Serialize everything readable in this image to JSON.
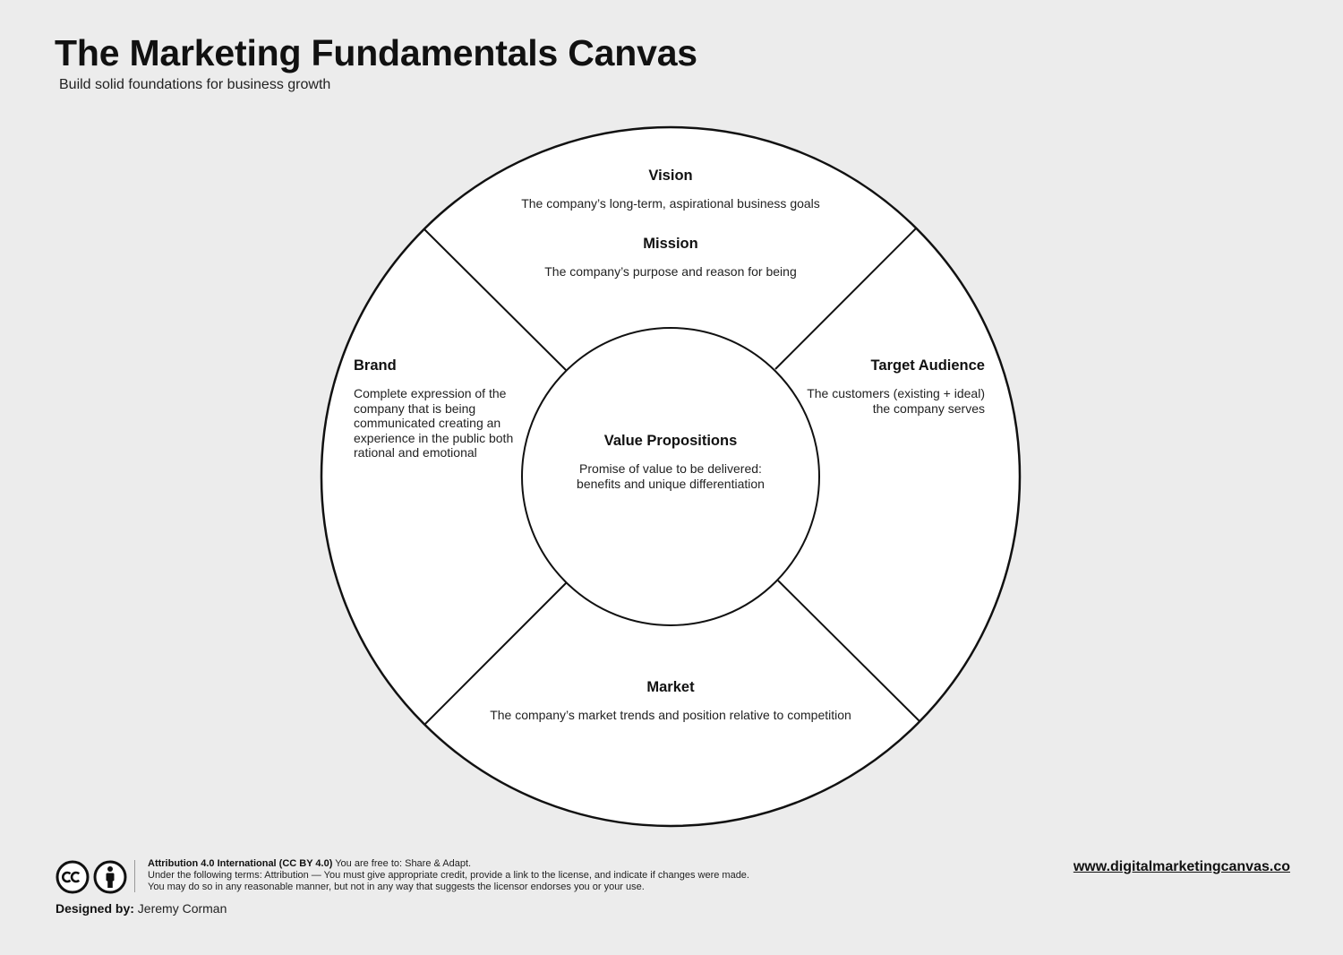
{
  "header": {
    "title": "The Marketing Fundamentals Canvas",
    "subtitle": "Build solid foundations for business growth"
  },
  "sections": {
    "vision": {
      "title": "Vision",
      "desc": "The company’s long-term, aspirational business goals"
    },
    "mission": {
      "title": "Mission",
      "desc": "The company’s purpose and reason for being"
    },
    "brand": {
      "title": "Brand",
      "desc_lines": [
        "Complete expression of the",
        "company that is being",
        "communicated creating an",
        "experience in the public both",
        "rational and emotional"
      ]
    },
    "target_audience": {
      "title": "Target Audience",
      "desc_lines": [
        "The customers (existing + ideal)",
        "the company serves"
      ]
    },
    "value_propositions": {
      "title": "Value Propositions",
      "desc_lines": [
        "Promise of value to be delivered:",
        "benefits and unique differentiation"
      ]
    },
    "market": {
      "title": "Market",
      "desc": "The company’s market trends and position relative to competition"
    }
  },
  "footer": {
    "license_title": "Attribution 4.0 International (CC BY 4.0)",
    "license_free": "You are free to: Share & Adapt.",
    "license_line2": "Under the following terms: Attribution — You must give appropriate credit, provide a link to the license, and indicate if changes were made.",
    "license_line3": "You may do so in any reasonable manner, but not in any way that suggests the licensor endorses you or your use.",
    "designed_by_label": "Designed by:",
    "designed_by_name": "Jeremy Corman",
    "website": "www.digitalmarketingcanvas.co"
  },
  "icons": [
    "cc-icon",
    "attribution-person-icon"
  ],
  "colors": {
    "background": "#ececec",
    "canvas_fill": "#ffffff",
    "stroke": "#111111"
  }
}
